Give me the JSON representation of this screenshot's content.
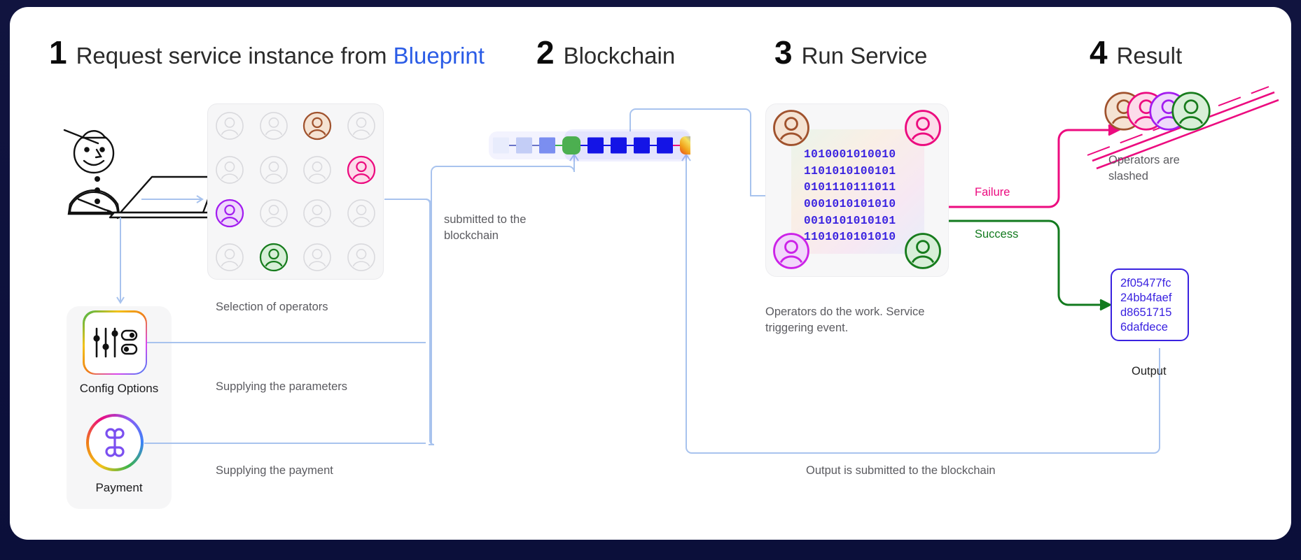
{
  "diagram": {
    "title_steps": [
      {
        "num": "1",
        "label": "Request service instance from ",
        "accent": "Blueprint"
      },
      {
        "num": "2",
        "label": "Blockchain",
        "accent": ""
      },
      {
        "num": "3",
        "label": "Run Service",
        "accent": ""
      },
      {
        "num": "4",
        "label": "Result",
        "accent": ""
      }
    ],
    "captions": {
      "selection_of_operators": "Selection of operators",
      "submitted_to_blockchain": "submitted to the blockchain",
      "operators_do_work": "Operators do the work. Service triggering event.",
      "supplying_parameters": "Supplying the parameters",
      "supplying_payment": "Supplying the payment",
      "output_submitted": "Output is submitted to the blockchain",
      "operators_slashed": "Operators are slashed",
      "output_label": "Output"
    },
    "icons": {
      "config_label": "Config Options",
      "payment_label": "Payment"
    },
    "flow_labels": {
      "failure": "Failure",
      "success": "Success"
    },
    "service_binary": [
      "1010001010010",
      "1101010100101",
      "0101110111011",
      "0001010101010",
      "0010101010101",
      "1101010101010"
    ],
    "output_hash": [
      "2f05477fc",
      "24bb4faef",
      "d8651715",
      "6dafdece"
    ],
    "operator_grid": {
      "rows": 4,
      "cols": 4,
      "selected": [
        {
          "row": 0,
          "col": 2,
          "color": "#a0522d",
          "fill": "#f5e3d3"
        },
        {
          "row": 1,
          "col": 3,
          "color": "#ec0b7f",
          "fill": "#fcdcea"
        },
        {
          "row": 2,
          "col": 0,
          "color": "#a21cf0",
          "fill": "#efd9fb"
        },
        {
          "row": 3,
          "col": 1,
          "color": "#177c1d",
          "fill": "#d8efd8"
        }
      ],
      "idle_color": "#d9d9dd"
    },
    "service_operators": [
      {
        "pos": "top-left",
        "color": "#a0522d",
        "fill": "#f5e3d3"
      },
      {
        "pos": "top-right",
        "color": "#ec0b7f",
        "fill": "#fcdcea"
      },
      {
        "pos": "bottom-left",
        "color": "#cc22e8",
        "fill": "#f2d6fb"
      },
      {
        "pos": "bottom-right",
        "color": "#177c1d",
        "fill": "#d8efd8"
      }
    ],
    "slashed_operators": [
      {
        "color": "#a0522d",
        "fill": "#f5e3d3"
      },
      {
        "color": "#ec0b7f",
        "fill": "#fcdcea"
      },
      {
        "color": "#a21cf0",
        "fill": "#efd9fb"
      },
      {
        "color": "#177c1d",
        "fill": "#d8efd8"
      }
    ],
    "blockchain_blocks": [
      {
        "color": "#e8ecfc",
        "type": "square"
      },
      {
        "color": "#c3cdf6",
        "type": "square"
      },
      {
        "color": "#7b8ef0",
        "type": "square"
      },
      {
        "color": "#4caf50",
        "type": "rounded"
      },
      {
        "color": "#1414e6",
        "type": "square"
      },
      {
        "color": "#1414e6",
        "type": "square"
      },
      {
        "color": "#1414e6",
        "type": "square"
      },
      {
        "color": "#1414e6",
        "type": "square"
      },
      {
        "color": "gradient",
        "type": "rounded"
      }
    ],
    "colors": {
      "accent_blue": "#2b5ce6",
      "failure": "#ec0b7f",
      "success": "#127a1e",
      "hash_purple": "#3a22e0",
      "connector": "#a8c3ee",
      "card_bg": "#ffffff",
      "frame_bg": "#0d1144"
    }
  }
}
